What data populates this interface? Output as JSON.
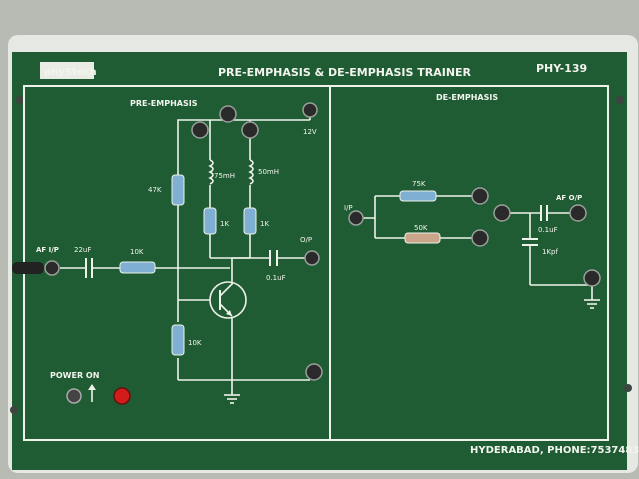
{
  "panel": {
    "brand": "phyStech",
    "title": "PRE-EMPHASIS & DE-EMPHASIS  TRAINER",
    "model": "PHY-139",
    "footer": "HYDERABAD, PHONE:7537483"
  },
  "pre_emphasis": {
    "heading": "PRE-EMPHASIS",
    "input_label": "AF I/P",
    "cap_in": "22uF",
    "res_in": "10K",
    "res_bias_top": "47K",
    "ind1": "75mH",
    "ind2": "50mH",
    "res_l1": "1K",
    "res_l2": "1K",
    "supply": "12V",
    "output_label": "O/P",
    "cap_out": "0.1uF",
    "res_bias_bottom": "10K"
  },
  "de_emphasis": {
    "heading": "DE-EMPHASIS",
    "input_label": "I/P",
    "res1": "75K",
    "res2": "50K",
    "output_label": "AF O/P",
    "cap_out": "0.1uF",
    "cap_shunt": "1Kpf"
  },
  "power": {
    "label": "POWER ON"
  },
  "colors": {
    "board": "#1f5b33",
    "frame": "#e9ebe6",
    "trace": "#eef2ea",
    "led": "#d21c1c"
  }
}
